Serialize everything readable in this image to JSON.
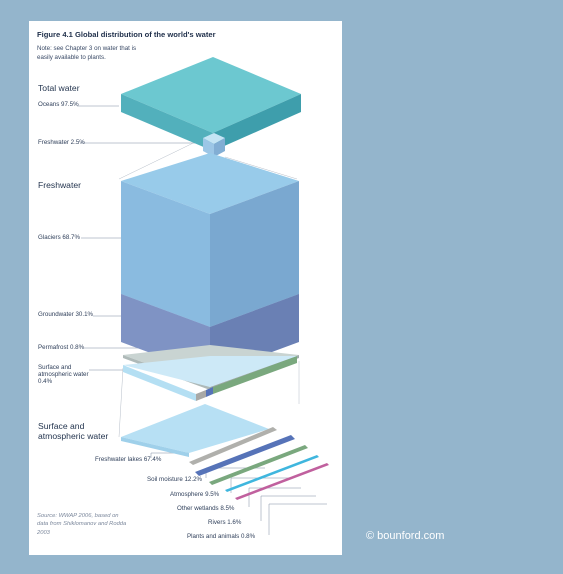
{
  "figure": {
    "title": "Figure 4.1 Global distribution of the world's water",
    "note": "Note: see Chapter 3 on water that is easily available to plants."
  },
  "sections": {
    "total": "Total water",
    "freshwater": "Freshwater",
    "surface": "Surface and atmospheric water"
  },
  "labels": {
    "oceans": "Oceans 97.5%",
    "freshwater": "Freshwater 2.5%",
    "glaciers": "Glaciers 68.7%",
    "groundwater": "Groundwater 30.1%",
    "permafrost": "Permafrost 0.8%",
    "surface_atmospheric": "Surface and atmospheric water 0.4%",
    "freshwater_lakes": "Freshwater lakes 67.4%",
    "soil_moisture": "Soil moisture 12.2%",
    "atmosphere": "Atmosphere 9.5%",
    "other_wetlands": "Other wetlands 8.5%",
    "rivers": "Rivers 1.6%",
    "plants_animals": "Plants and animals 0.8%"
  },
  "source": "Source: WWAP 2006, based on data from Shiklomanov and Rodda 2003",
  "copyright": "© bounford.com",
  "colors": {
    "background": "#94b5cc",
    "ocean": "#5cbcc6",
    "freshwater_block": "#8ab6dc",
    "groundwater": "#7a8fbf",
    "permafrost": "#c5d0d0",
    "surface_water": "#b3def3",
    "soil_moisture": "#b0b0ac",
    "atmosphere": "#5673b8",
    "wetlands": "#7aa87e",
    "rivers": "#3fb6de",
    "plants_animals": "#c0609e"
  }
}
